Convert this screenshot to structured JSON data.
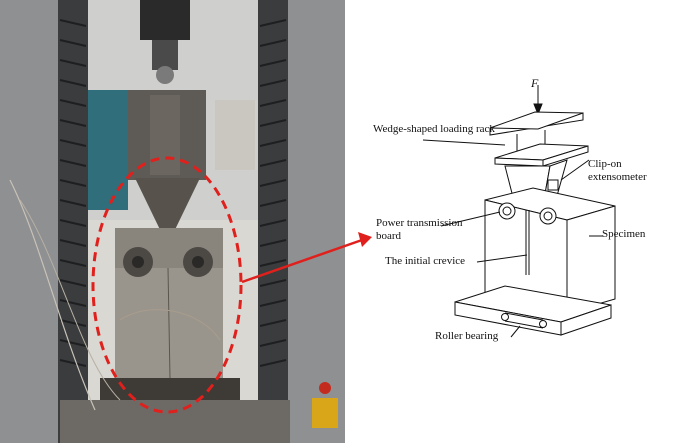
{
  "diagram": {
    "force_label": "F",
    "labels": {
      "wedge_rack": "Wedge-shaped loading rack",
      "clip_on_extensometer": "Clip-on extensometer",
      "power_transmission_board": "Power transmission board",
      "specimen": "Specimen",
      "initial_crevice": "The initial crevice",
      "roller_bearing": "Roller bearing"
    }
  },
  "colors": {
    "highlight_ellipse": "#e0201c",
    "arrow": "#e0201c",
    "machine_frame": "#6f7275",
    "louver": "#2a2c2e",
    "concrete": "#9a958c",
    "steel": "#5e5a55"
  }
}
